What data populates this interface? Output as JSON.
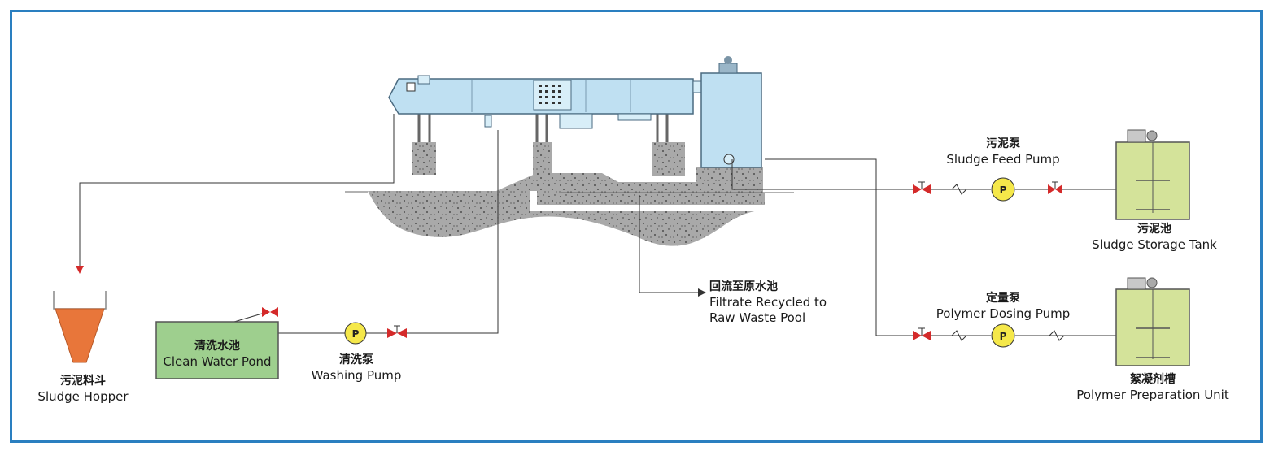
{
  "labels": {
    "sludge_feed_pump": {
      "zh": "污泥泵",
      "en": "Sludge Feed Pump"
    },
    "sludge_storage_tank": {
      "zh": "污泥池",
      "en": "Sludge Storage Tank"
    },
    "polymer_dosing_pump": {
      "zh": "定量泵",
      "en": "Polymer Dosing Pump"
    },
    "polymer_preparation_unit": {
      "zh": "絮凝剂槽",
      "en": "Polymer Preparation Unit"
    },
    "filtrate": {
      "zh": "回流至原水池",
      "en1": "Filtrate Recycled to",
      "en2": "Raw Waste Pool"
    },
    "clean_water_pond": {
      "zh": "清洗水池",
      "en": "Clean Water Pond"
    },
    "washing_pump": {
      "zh": "清洗泵",
      "en": "Washing Pump"
    },
    "sludge_hopper": {
      "zh": "污泥料斗",
      "en": "Sludge Hopper"
    }
  },
  "pump_symbol": "P",
  "colors": {
    "frame": "#2a7fc0",
    "machine": "#bfe0f2",
    "tank": "#d4e39a",
    "pond": "#9ecf8e",
    "hopper": "#e8763a",
    "pump": "#f5e84a",
    "valve": "#d42a2a",
    "concrete": "#a8a8a8"
  }
}
